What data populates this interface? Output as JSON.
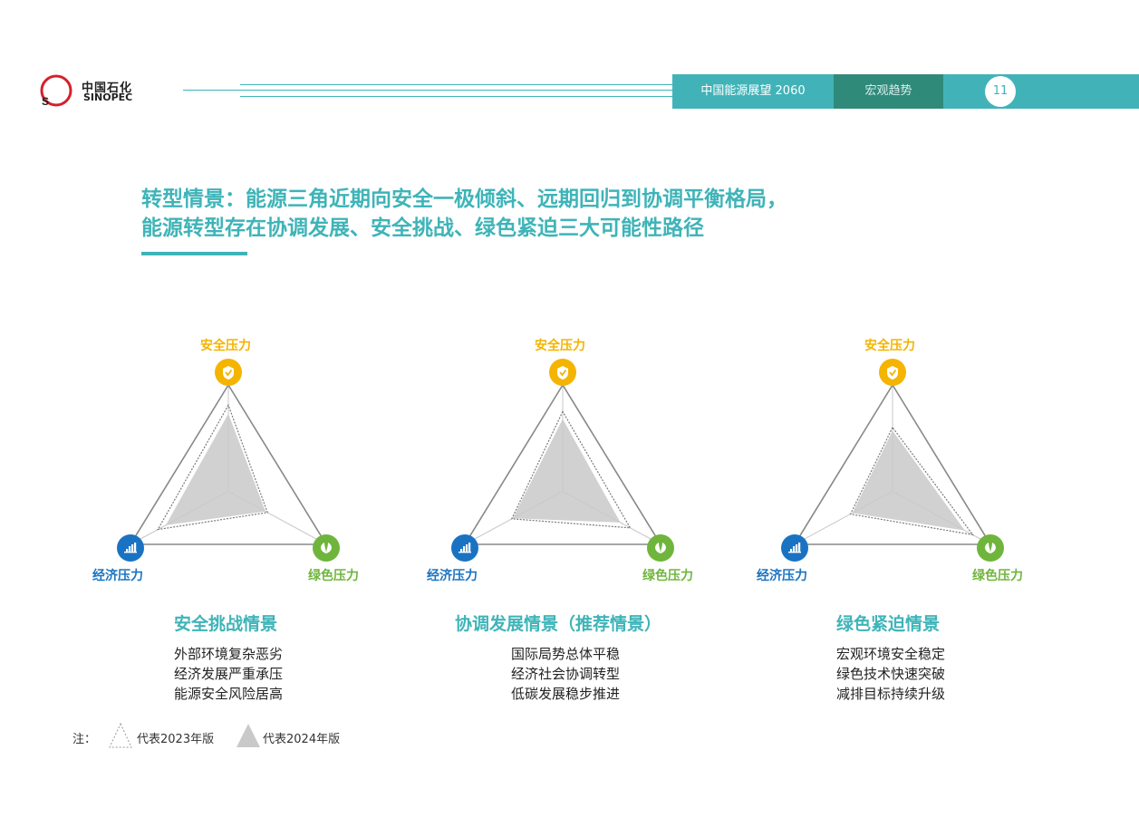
{
  "logo": {
    "cn": "中国石化",
    "en": "SINOPEC"
  },
  "header": {
    "report": "中国能源展望 2060",
    "section": "宏观趋势",
    "page": "11"
  },
  "title": {
    "line1": "转型情景：能源三角近期向安全一极倾斜、远期回归到协调平衡格局，",
    "line2": "能源转型存在协调发展、安全挑战、绿色紧迫三大可能性路径"
  },
  "axes": {
    "top": "安全压力",
    "left": "经济压力",
    "right": "绿色压力"
  },
  "icons": {
    "top": "shield-check-icon",
    "left": "bar-chart-icon",
    "right": "leaf-icon"
  },
  "colors": {
    "accent": "#3fb4b8",
    "security": "#f4b400",
    "economy": "#1a73c2",
    "green": "#6fb53c",
    "fill": "#c9c9c9"
  },
  "scenarios": [
    {
      "name": "安全挑战情景",
      "lines": [
        "外部环境复杂恶劣",
        "经济发展严重承压",
        "能源安全风险居高"
      ],
      "values_2023": {
        "security": 0.81,
        "economy": 0.72,
        "green": 0.4
      },
      "values_2024": {
        "security": 0.73,
        "economy": 0.64,
        "green": 0.38
      }
    },
    {
      "name": "协调发展情景（推荐情景）",
      "lines": [
        "国际局势总体平稳",
        "经济社会协调转型",
        "低碳发展稳步推进"
      ],
      "values_2023": {
        "security": 0.75,
        "economy": 0.52,
        "green": 0.69
      },
      "values_2024": {
        "security": 0.68,
        "economy": 0.51,
        "green": 0.59
      }
    },
    {
      "name": "绿色紧迫情景",
      "lines": [
        "宏观环境安全稳定",
        "绿色技术快速突破",
        "减排目标持续升级"
      ],
      "values_2023": {
        "security": 0.6,
        "economy": 0.43,
        "green": 0.82
      },
      "values_2024": {
        "security": 0.57,
        "economy": 0.41,
        "green": 0.74
      }
    }
  ],
  "legend": {
    "note": "注：",
    "v2023": "代表2023年版",
    "v2024": "代表2024年版"
  }
}
